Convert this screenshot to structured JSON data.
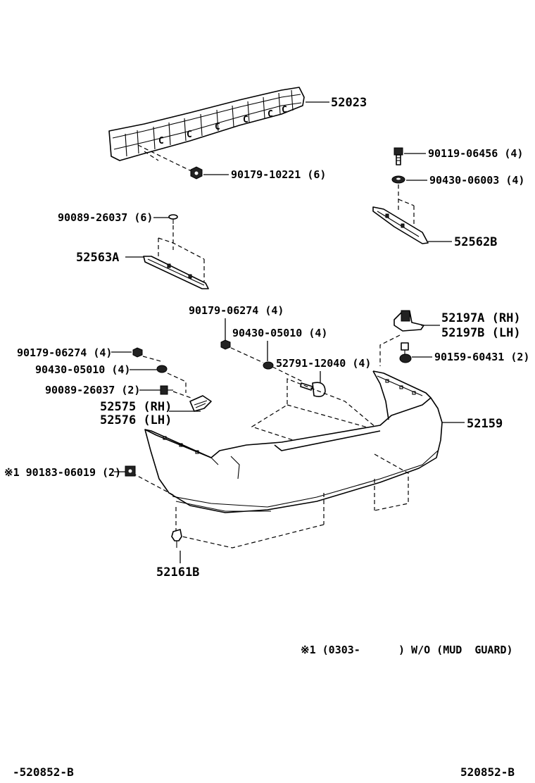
{
  "parts": {
    "reinforcement": "52023",
    "reinforcement_nut": "90179-10221 (6)",
    "bolt_right": "90119-06456 (4)",
    "washer_right": "90430-06003 (4)",
    "clip_left": "90089-26037 (6)",
    "retainer_left": "52563A",
    "retainer_right": "52562B",
    "nut_center": "90179-06274 (4)",
    "washer_center": "90430-05010 (4)",
    "nut_left": "90179-06274 (4)",
    "washer_left": "90430-05010 (4)",
    "clip_left_2": "90089-26037 (2)",
    "bracket_rh": "52575 (RH)",
    "bracket_lh": "52576 (LH)",
    "pin_center": "52791-12040 (4)",
    "side_support_rh": "52197A (RH)",
    "side_support_lh": "52197B (LH)",
    "screw_right": "90159-60431 (2)",
    "bumper_cover": "52159",
    "nut_mudguard": "※1 90183-06019 (2)",
    "clip_bottom": "52161B"
  },
  "footnote": "※1 (0303-      ) W/O (MUD  GUARD)",
  "footer": {
    "left_code": "-520852-B",
    "right_code": "520852-B"
  }
}
